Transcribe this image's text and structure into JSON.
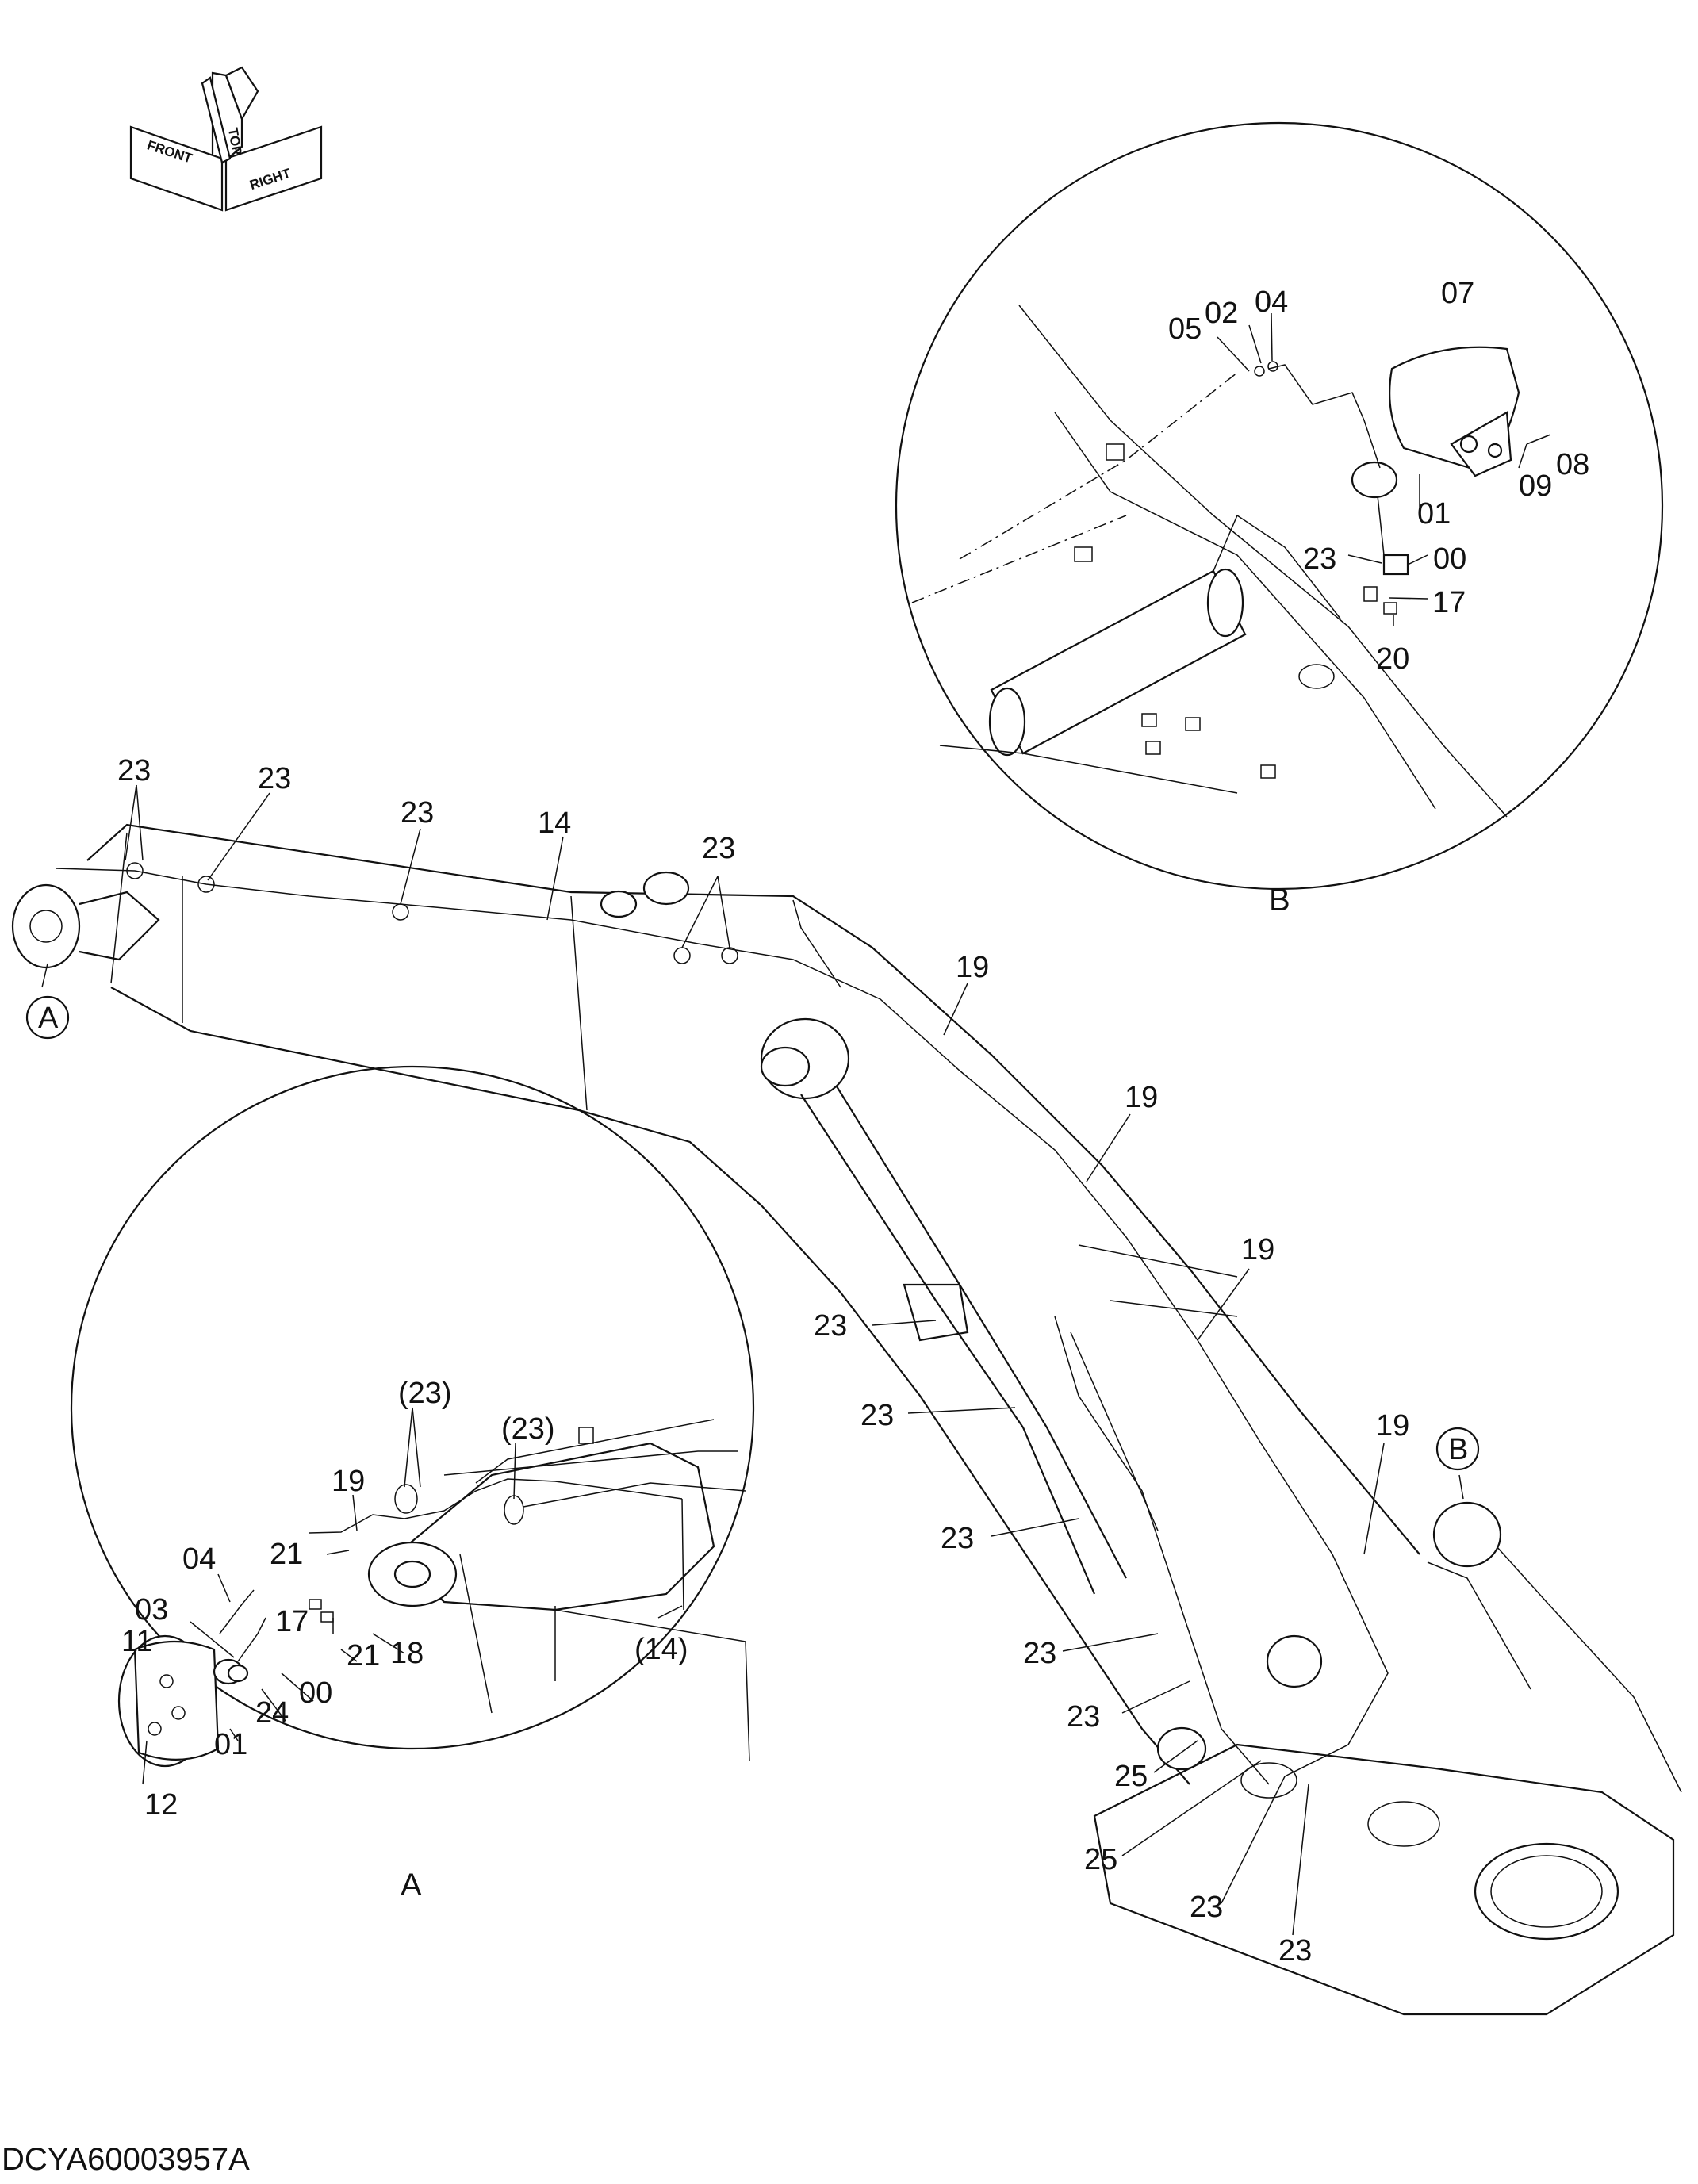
{
  "diagram": {
    "drawing_code": "DCYA60003957A",
    "orientation": [
      "FRONT",
      "TOP",
      "RIGHT"
    ],
    "detail_views": [
      "A",
      "B"
    ],
    "main_callouts": [
      "23",
      "23",
      "23",
      "14",
      "23",
      "19",
      "19",
      "19",
      "19",
      "23",
      "23",
      "23",
      "23",
      "23",
      "25",
      "25",
      "23",
      "23"
    ],
    "detail_b_callouts": [
      "04",
      "02",
      "05",
      "07",
      "08",
      "09",
      "01",
      "23",
      "00",
      "17",
      "20"
    ],
    "detail_a_callouts": [
      "(23)",
      "(23)",
      "19",
      "04",
      "21",
      "03",
      "17",
      "11",
      "18",
      "21",
      "00",
      "24",
      "01",
      "(14)",
      "12"
    ]
  }
}
